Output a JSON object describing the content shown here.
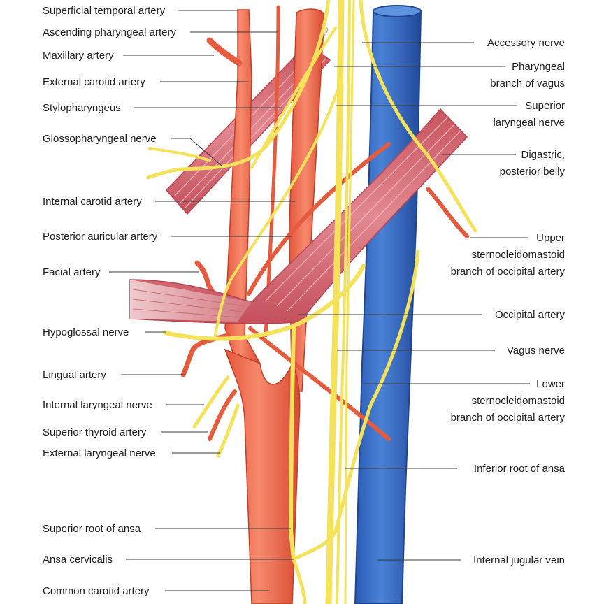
{
  "left_labels": [
    {
      "id": "superficial-temporal-artery",
      "lines": [
        "Superficial temporal artery"
      ]
    },
    {
      "id": "ascending-pharyngeal-artery",
      "lines": [
        "Ascending pharyngeal artery"
      ]
    },
    {
      "id": "maxillary-artery",
      "lines": [
        "Maxillary artery"
      ]
    },
    {
      "id": "external-carotid-artery",
      "lines": [
        "External carotid artery"
      ]
    },
    {
      "id": "stylopharyngeus",
      "lines": [
        "Stylopharyngeus"
      ]
    },
    {
      "id": "glossopharyngeal-nerve",
      "lines": [
        "Glossopharyngeal nerve"
      ]
    },
    {
      "id": "internal-carotid-artery",
      "lines": [
        "Internal carotid artery"
      ]
    },
    {
      "id": "posterior-auricular-artery",
      "lines": [
        "Posterior auricular artery"
      ]
    },
    {
      "id": "facial-artery",
      "lines": [
        "Facial artery"
      ]
    },
    {
      "id": "hypoglossal-nerve",
      "lines": [
        "Hypoglossal nerve"
      ]
    },
    {
      "id": "lingual-artery",
      "lines": [
        "Lingual artery"
      ]
    },
    {
      "id": "internal-laryngeal-nerve",
      "lines": [
        "Internal laryngeal nerve"
      ]
    },
    {
      "id": "superior-thyroid-artery",
      "lines": [
        "Superior thyroid artery"
      ]
    },
    {
      "id": "external-laryngeal-nerve",
      "lines": [
        "External laryngeal nerve"
      ]
    },
    {
      "id": "superior-root-of-ansa",
      "lines": [
        "Superior root of ansa"
      ]
    },
    {
      "id": "ansa-cervicalis",
      "lines": [
        "Ansa cervicalis"
      ]
    },
    {
      "id": "common-carotid-artery",
      "lines": [
        "Common carotid artery"
      ]
    }
  ],
  "right_labels": [
    {
      "id": "accessory-nerve",
      "lines": [
        "Accessory nerve"
      ]
    },
    {
      "id": "pharyngeal-branch-of-vagus",
      "lines": [
        "Pharyngeal",
        "branch of vagus"
      ]
    },
    {
      "id": "superior-laryngeal-nerve",
      "lines": [
        "Superior",
        "laryngeal nerve"
      ]
    },
    {
      "id": "digastric-posterior-belly",
      "lines": [
        "Digastric,",
        "posterior belly"
      ]
    },
    {
      "id": "upper-sternocleidomastoid-branch",
      "lines": [
        "Upper",
        "sternocleidomastoid",
        "branch of occipital artery"
      ]
    },
    {
      "id": "occipital-artery",
      "lines": [
        "Occipital artery"
      ]
    },
    {
      "id": "vagus-nerve",
      "lines": [
        "Vagus nerve"
      ]
    },
    {
      "id": "lower-sternocleidomastoid-branch",
      "lines": [
        "Lower",
        "sternocleidomastoid",
        "branch of occipital artery"
      ]
    },
    {
      "id": "inferior-root-of-ansa",
      "lines": [
        "Inferior root of ansa"
      ]
    },
    {
      "id": "internal-jugular-vein",
      "lines": [
        "Internal jugular vein"
      ]
    }
  ],
  "colors": {
    "artery": "#ef6b4f",
    "artery_dark": "#cf4a32",
    "vein": "#3a6fc9",
    "vein_dark": "#264f9a",
    "nerve": "#f6e35a",
    "muscle": "#d9727a",
    "muscle_light": "#eeb2b6"
  }
}
